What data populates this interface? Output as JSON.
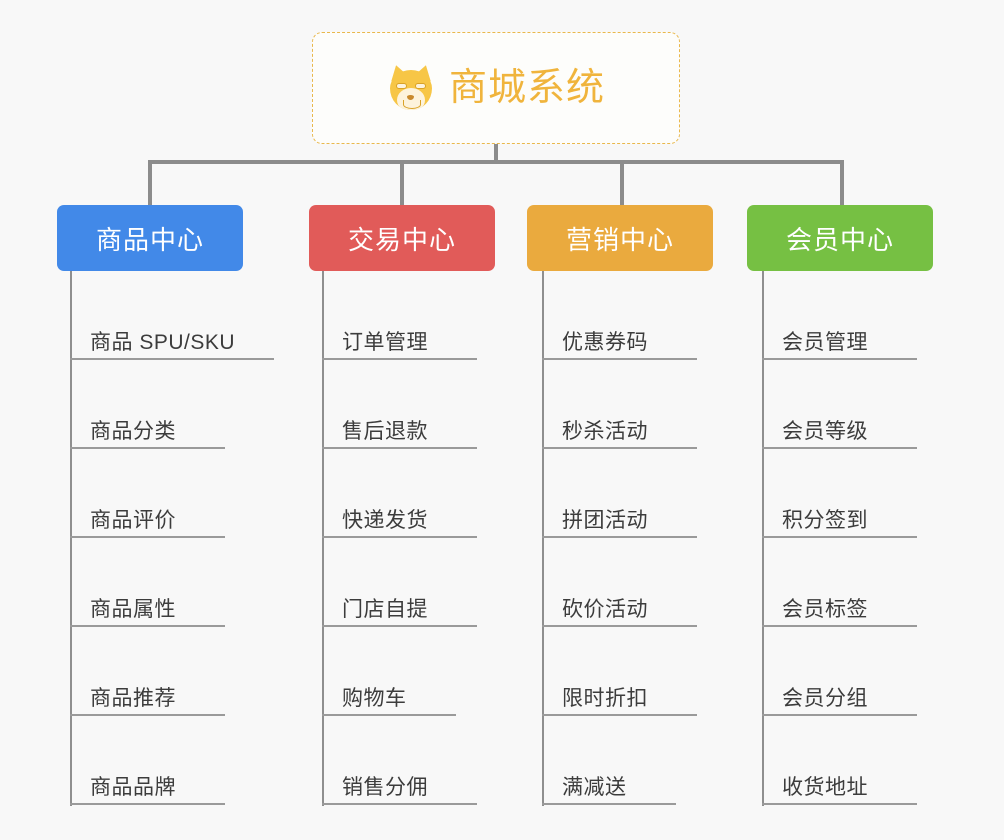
{
  "page": {
    "background": "#f8f8f8",
    "line_color": "#8c8c8c"
  },
  "root": {
    "title": "商城系统",
    "icon": "shiba-inu-dog-face",
    "border_color": "#e9b84c",
    "text_color": "#f0b43c",
    "background": "#fdfdfb"
  },
  "branches": [
    {
      "label": "商品中心",
      "color": "#4289e8",
      "items": [
        "商品 SPU/SKU",
        "商品分类",
        "商品评价",
        "商品属性",
        "商品推荐",
        "商品品牌"
      ]
    },
    {
      "label": "交易中心",
      "color": "#e15b59",
      "items": [
        "订单管理",
        "售后退款",
        "快递发货",
        "门店自提",
        "购物车",
        "销售分佣"
      ]
    },
    {
      "label": "营销中心",
      "color": "#eaaa3e",
      "items": [
        "优惠券码",
        "秒杀活动",
        "拼团活动",
        "砍价活动",
        "限时折扣",
        "满减送"
      ]
    },
    {
      "label": "会员中心",
      "color": "#76c043",
      "items": [
        "会员管理",
        "会员等级",
        "积分签到",
        "会员标签",
        "会员分组",
        "收货地址"
      ]
    }
  ]
}
